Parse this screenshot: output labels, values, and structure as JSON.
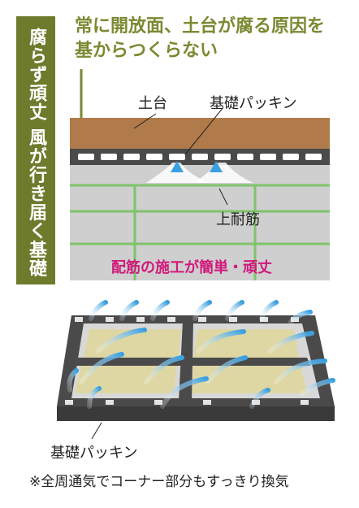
{
  "banner": {
    "text": "腐らず頑丈 風が行き届く基礎",
    "color": "#6e7a2c"
  },
  "headline": {
    "line1": "常に開放面、土台が腐る原因を",
    "line2": "基からつくらない"
  },
  "cross_section": {
    "label_dodai": "土台",
    "label_packing": "基礎パッキン",
    "label_rebar": "上耐筋",
    "caption": "配筋の施工が簡単・頑丈"
  },
  "plan": {
    "label_packing": "基礎パッキン",
    "note": "※全周通気でコーナー部分もすっきり換気"
  },
  "colors": {
    "wood": "#b07a4a",
    "concrete": "#cfcfcf",
    "rebar": "#7ec36a",
    "dark": "#4a4a4a",
    "airflow": "#3aa0e0",
    "sand": "#ded7a4",
    "magenta": "#d0197b",
    "accent": "#7a8a32"
  }
}
